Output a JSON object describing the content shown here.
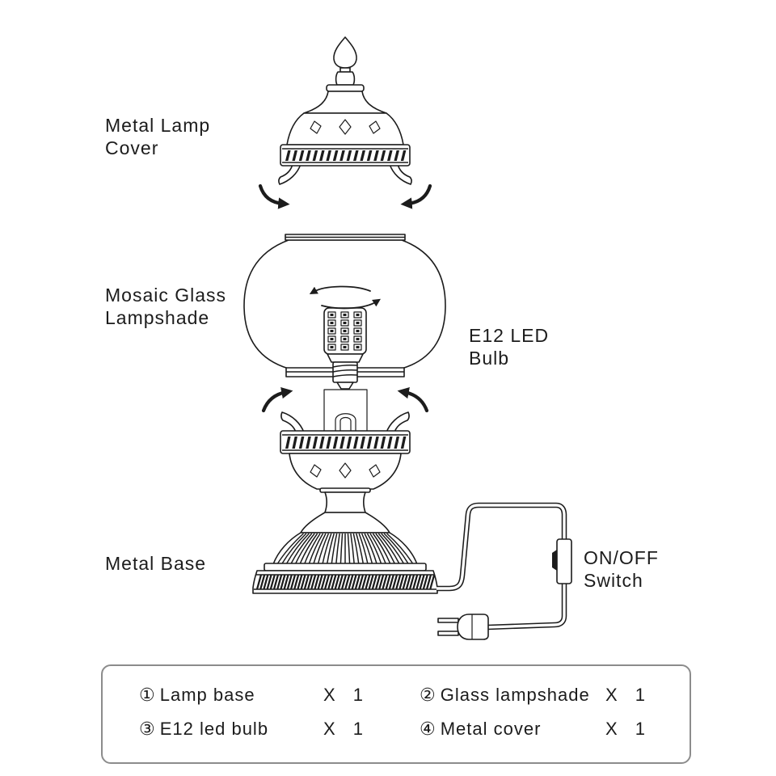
{
  "labels": {
    "cover": [
      "Metal Lamp",
      "Cover"
    ],
    "lampshade": [
      "Mosaic Glass",
      "Lampshade"
    ],
    "bulb": [
      "E12 LED",
      "Bulb"
    ],
    "base": [
      "Metal Base"
    ],
    "switch": [
      "ON/OFF",
      "Switch"
    ]
  },
  "parts_list": [
    {
      "marker": "①",
      "name": "Lamp base",
      "quantity": "X 1"
    },
    {
      "marker": "②",
      "name": "Glass lampshade",
      "quantity": "X 1"
    },
    {
      "marker": "③",
      "name": "E12 led bulb",
      "quantity": "X 1"
    },
    {
      "marker": "④",
      "name": "Metal cover",
      "quantity": "X 1"
    }
  ],
  "icons": {
    "assembly_arrow": "curved-arrow-icon",
    "rotation": "rotate-arrow-icon"
  },
  "colors": {
    "ink": "#1c1c1c",
    "box_border": "#8c8c8c",
    "background": "#ffffff"
  }
}
